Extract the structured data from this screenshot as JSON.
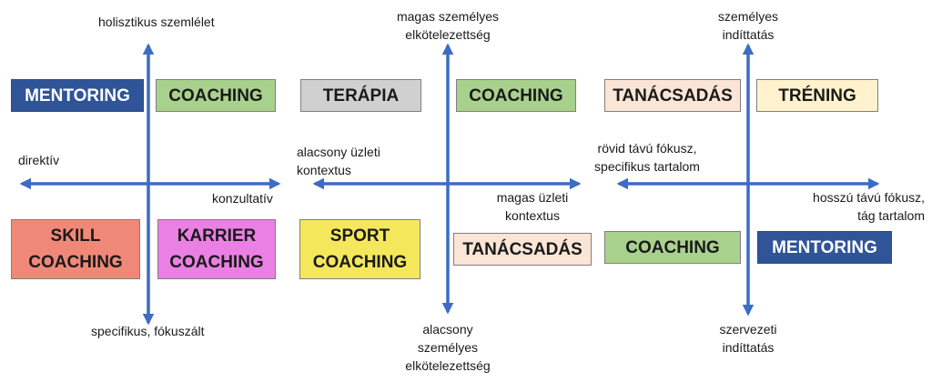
{
  "colors": {
    "axis": "#3d6cc4",
    "mentoring": "#2f5497",
    "coaching": "#a9d18e",
    "terapia": "#d0d0d0",
    "tanacsadas": "#fbe5d6",
    "trening": "#fff2cc",
    "skill_coaching": "#f08878",
    "karrier_coaching": "#ea80e4",
    "sport_coaching": "#f5e75b"
  },
  "diagram1": {
    "top": "holisztikus szemlélet",
    "bottom": "specifikus, fókuszált",
    "left": "direktív",
    "right": "konzultatív",
    "boxes": {
      "mentoring": "MENTORING",
      "coaching": "COACHING",
      "skill_coaching": "SKILL\nCOACHING",
      "karrier_coaching": "KARRIER\nCOACHING"
    }
  },
  "diagram2": {
    "top": "magas személyes\nelkötelezettség",
    "bottom": "alacsony\nszemélyes\nelkötelezettség",
    "left": "alacsony üzleti\nkontextus",
    "right": "magas üzleti\nkontextus",
    "boxes": {
      "terapia": "TERÁPIA",
      "coaching": "COACHING",
      "sport_coaching": "SPORT\nCOACHING",
      "tanacsadas": "TANÁCSADÁS"
    }
  },
  "diagram3": {
    "top": "személyes\nindíttatás",
    "bottom": "szervezeti\nindíttatás",
    "left": "rövid távú fókusz,\nspecifikus tartalom",
    "right": "hosszú távú fókusz,\ntág tartalom",
    "boxes": {
      "tanacsadas": "TANÁCSADÁS",
      "trening": "TRÉNING",
      "coaching": "COACHING",
      "mentoring": "MENTORING"
    }
  }
}
